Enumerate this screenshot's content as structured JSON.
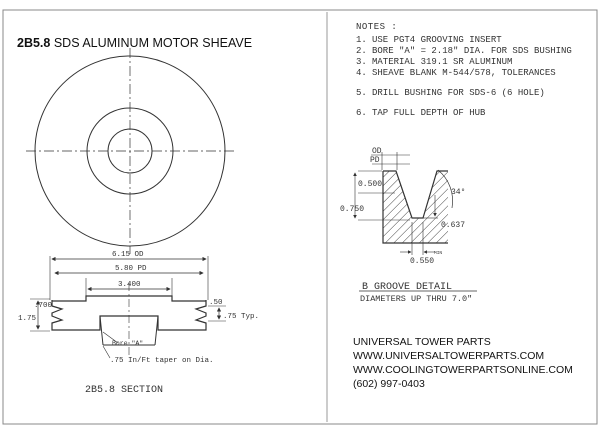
{
  "title": {
    "part": "2B5.8",
    "rest": "SDS ALUMINUM MOTOR SHEAVE"
  },
  "notes": {
    "header": "NOTES :",
    "items": [
      {
        "num": "1.",
        "text": "USE PGT4 GROOVING INSERT"
      },
      {
        "num": "2.",
        "text": "BORE \"A\" = 2.18\" DIA. FOR SDS BUSHING"
      },
      {
        "num": "3.",
        "text": "MATERIAL 319.1 SR ALUMINUM"
      },
      {
        "num": "4.",
        "text": "SHEAVE BLANK M-544/578, TOLERANCES"
      },
      {
        "num": "5.",
        "text": "DRILL BUSHING FOR SDS-6 (6 HOLE)"
      },
      {
        "num": "6.",
        "text": "TAP FULL DEPTH OF HUB"
      }
    ]
  },
  "section": {
    "od": "6.15 OD",
    "pd": "5.80 PD",
    "hub": "3.400",
    "left_top": ".700",
    "left_height": "1.75",
    "right_top": ".50",
    "right_side": ".75 Typ.",
    "bore": "Bore \"A\"",
    "taper": ".75 In/Ft taper on Dia.",
    "caption": "2B5.8 SECTION"
  },
  "groove": {
    "od": "OD",
    "pd": "PD",
    "top_width": "0.500",
    "depth": "0.750",
    "angle": "34°",
    "side": "0.637",
    "bottom": "0.550",
    "min": "MIN",
    "title": "B GROOVE DETAIL",
    "subtitle": "DIAMETERS UP THRU 7.0\""
  },
  "contact": {
    "company": "UNIVERSAL TOWER PARTS",
    "site1": "WWW.UNIVERSALTOWERPARTS.COM",
    "site2": "WWW.COOLINGTOWERPARTSONLINE.COM",
    "phone": "(602) 997-0403"
  }
}
